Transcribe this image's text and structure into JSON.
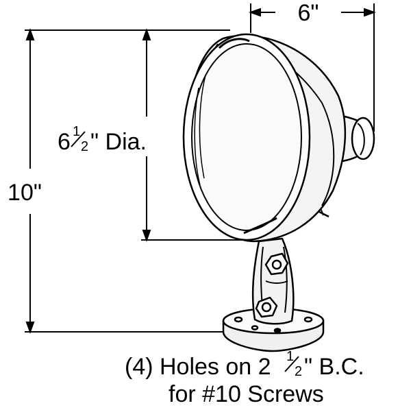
{
  "dimensions": {
    "width_label": "6\"",
    "height_label": "10\"",
    "diameter": {
      "whole": "6",
      "frac_num": "1",
      "frac_den": "2",
      "suffix": "\" Dia."
    }
  },
  "note": {
    "line1_prefix": "(4) Holes on 2",
    "line1_frac_num": "1",
    "line1_frac_den": "2",
    "line1_suffix": "\" B.C.",
    "line2": "for #10 Screws"
  }
}
